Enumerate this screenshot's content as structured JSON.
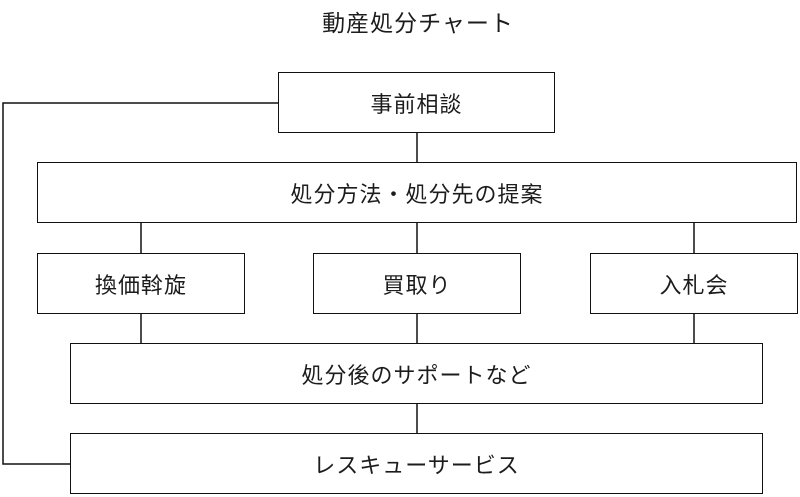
{
  "title": "動産処分チャート",
  "nodes": {
    "consultation": "事前相談",
    "proposal": "処分方法・処分先の提案",
    "exchange": "換価斡旋",
    "purchase": "買取り",
    "auction": "入札会",
    "support": "処分後のサポートなど",
    "rescue": "レスキューサービス"
  },
  "edges": [
    {
      "from": "consultation",
      "to": "proposal"
    },
    {
      "from": "proposal",
      "to": "exchange"
    },
    {
      "from": "proposal",
      "to": "purchase"
    },
    {
      "from": "proposal",
      "to": "auction"
    },
    {
      "from": "exchange",
      "to": "support"
    },
    {
      "from": "purchase",
      "to": "support"
    },
    {
      "from": "auction",
      "to": "support"
    },
    {
      "from": "support",
      "to": "rescue"
    },
    {
      "from": "consultation",
      "to": "rescue"
    }
  ],
  "colors": {
    "line": "#111111",
    "box_fill": "#ffffff",
    "text": "#1c1c1c"
  }
}
